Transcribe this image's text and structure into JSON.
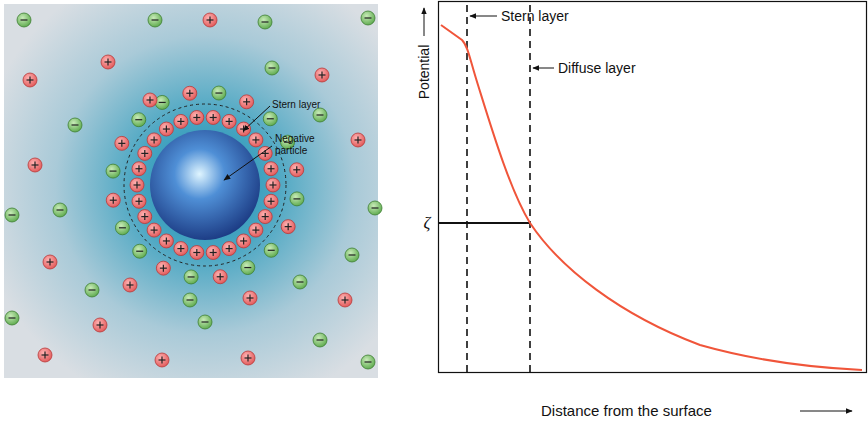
{
  "diagram": {
    "labels": [
      "Stern layer",
      "Negative particle",
      "Stern layer",
      "Diffuse layer",
      "Potential",
      "ζ",
      "Distance from the surface"
    ]
  }
}
